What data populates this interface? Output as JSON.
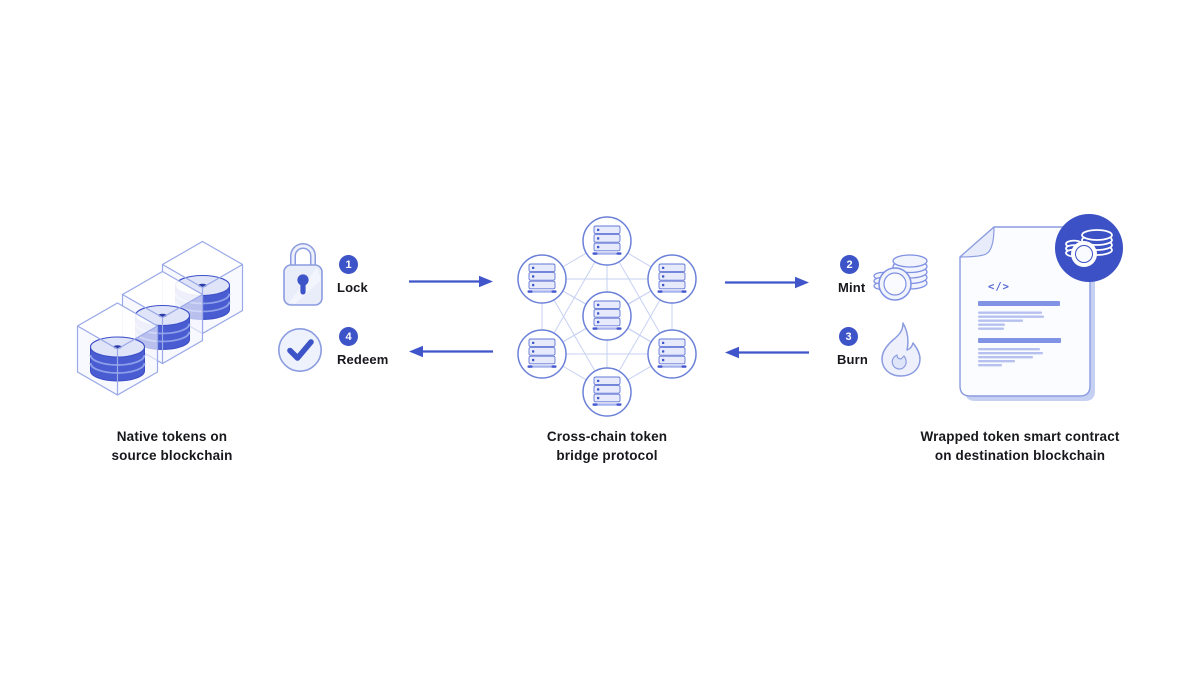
{
  "captions": {
    "source": {
      "line1": "Native tokens on",
      "line2": "source blockchain"
    },
    "bridge": {
      "line1": "Cross-chain token",
      "line2": "bridge protocol"
    },
    "destination": {
      "line1": "Wrapped token smart contract",
      "line2": "on destination blockchain"
    }
  },
  "steps": [
    {
      "number": "1",
      "label": "Lock"
    },
    {
      "number": "2",
      "label": "Mint"
    },
    {
      "number": "3",
      "label": "Burn"
    },
    {
      "number": "4",
      "label": "Redeem"
    }
  ],
  "arrows": [
    {
      "from": "source",
      "to": "bridge",
      "direction": "right",
      "step": "Lock"
    },
    {
      "from": "bridge",
      "to": "source",
      "direction": "left",
      "step": "Redeem"
    },
    {
      "from": "bridge",
      "to": "destination",
      "direction": "right",
      "step": "Mint"
    },
    {
      "from": "destination",
      "to": "bridge",
      "direction": "left",
      "step": "Burn"
    }
  ],
  "network": {
    "node_count": 7,
    "topology": "full mesh"
  },
  "document": {
    "code_glyph": "</>"
  },
  "icons": {
    "source": "cubes-with-coin-stacks-icon",
    "lock": "padlock-icon",
    "redeem": "checkmark-circle-icon",
    "bridge": "server-mesh-network-icon",
    "mint": "coin-stack-icon",
    "burn": "flame-icon",
    "destination": "smart-contract-document-icon",
    "wrapped_token": "coin-badge-icon"
  },
  "colors": {
    "background": "#ffffff",
    "accent_blue": "#3d54c8",
    "outline_blue": "#8b9ce0",
    "light_fill": "#edf1fb",
    "mesh_line": "#c7d1f2",
    "node_stroke": "#6b80d8",
    "coin_blue": "#4a5cd1",
    "coin_top": "#dfe4f8",
    "doc_bar": "#8093e4",
    "doc_line": "#b6c1ef",
    "text": "#17181c"
  }
}
